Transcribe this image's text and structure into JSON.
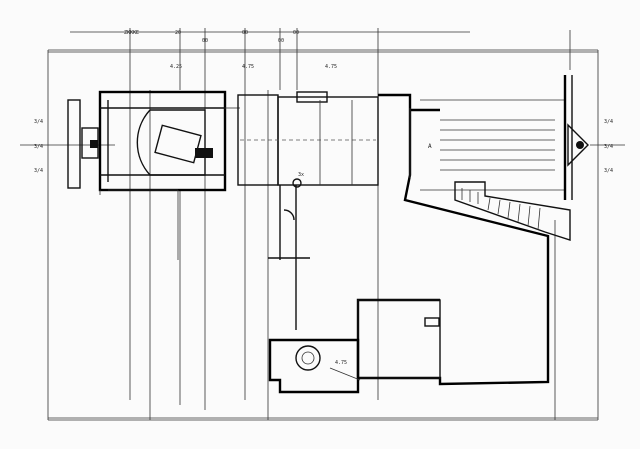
{
  "drawing": {
    "grid_labels_top": [
      "ZKKKE",
      "20",
      "00",
      "00",
      "00",
      "00"
    ],
    "dim_labels_top": [
      "4.25",
      "4.75",
      "4.75"
    ],
    "side_labels_left": [
      "3/4",
      "3/4",
      "3/4"
    ],
    "side_labels_right": [
      "3/4",
      "3/4",
      "3/4"
    ],
    "room_labels": [
      "A",
      "3x",
      "4.75"
    ],
    "colors": {
      "ink": "#111111",
      "paper": "#fbfbfb"
    }
  }
}
